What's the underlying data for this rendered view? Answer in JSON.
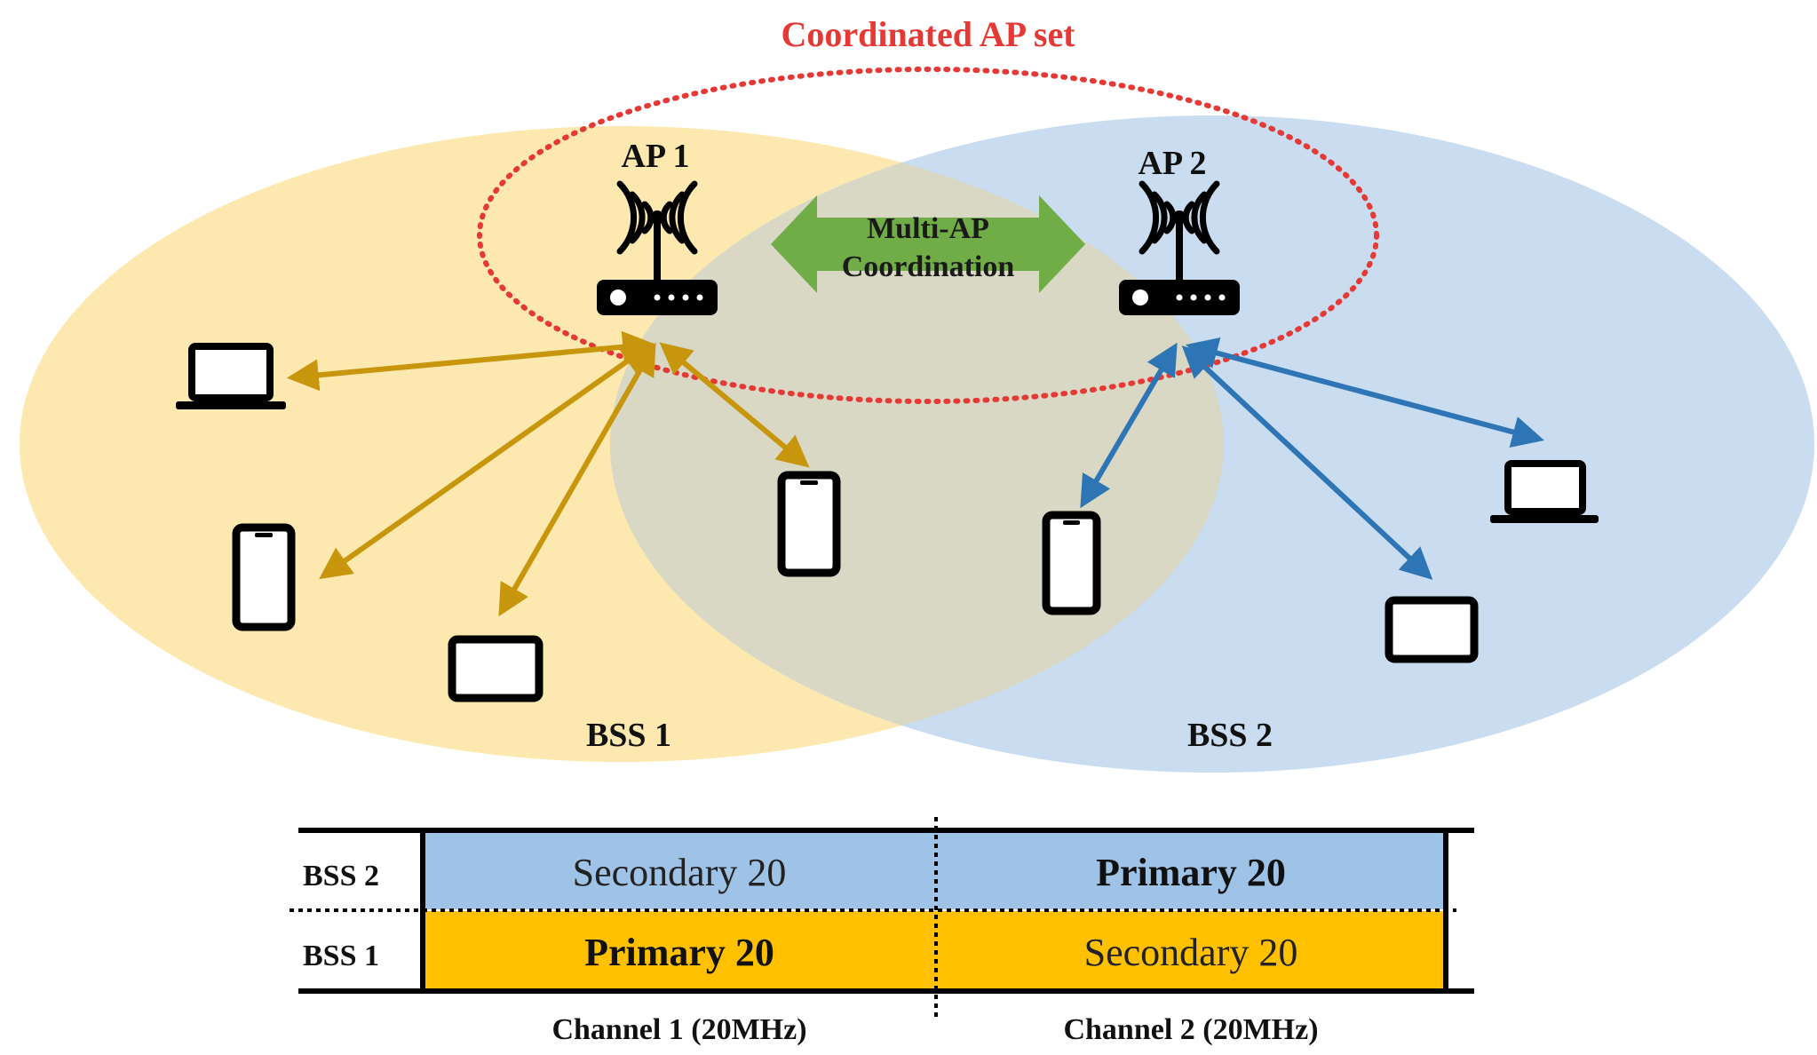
{
  "top_title": "Coordinated AP set",
  "ap1_label": "AP 1",
  "ap2_label": "AP 2",
  "coordination_label_line1": "Multi-AP",
  "coordination_label_line2": "Coordination",
  "bss1_label": "BSS 1",
  "bss2_label": "BSS 2",
  "channel_table": {
    "rows": [
      {
        "label": "BSS 2",
        "cells": [
          "Secondary 20",
          "Primary 20"
        ],
        "emphasis": [
          false,
          true
        ],
        "color": "#9ec3e6"
      },
      {
        "label": "BSS 1",
        "cells": [
          "Primary 20",
          "Secondary 20"
        ],
        "emphasis": [
          true,
          false
        ],
        "color": "#ffc000"
      }
    ],
    "channels": [
      "Channel 1 (20MHz)",
      "Channel 2 (20MHz)"
    ]
  },
  "colors": {
    "bss1_fill": "#fde9b0",
    "bss2_fill": "#c9dcf0",
    "overlap_fill": "#d8d8c4",
    "bss1_arrow": "#c8960c",
    "bss2_arrow": "#2e75b6",
    "coordination_arrow": "#70ad47",
    "coordinated_set_ring": "#e53935"
  },
  "icons": {
    "access_points": [
      "router-icon",
      "router-icon"
    ],
    "bss1_devices": [
      "laptop-icon",
      "phone-icon",
      "tablet-icon",
      "phone-icon"
    ],
    "bss2_devices": [
      "phone-icon",
      "laptop-icon",
      "tablet-icon"
    ]
  }
}
